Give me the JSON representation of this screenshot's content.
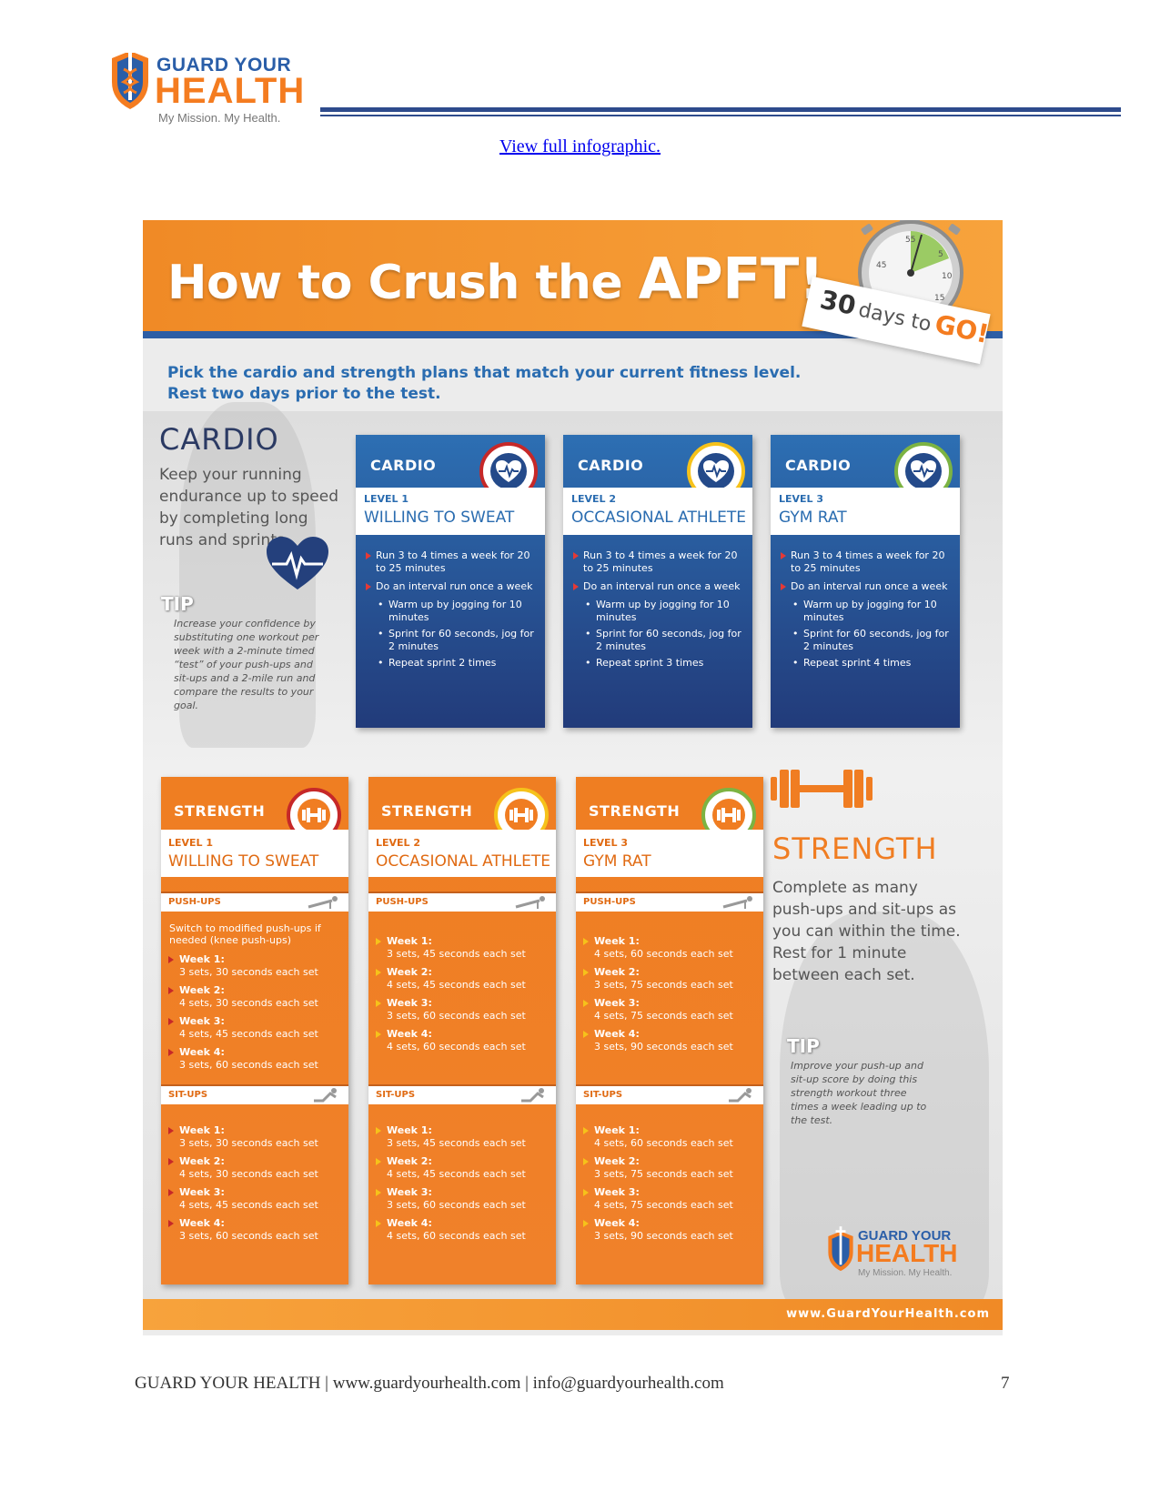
{
  "header": {
    "logo_line1": "GUARD YOUR",
    "logo_line2": "HEALTH",
    "logo_tagline": "My Mission. My Health.",
    "link_text": "View full infographic."
  },
  "infographic": {
    "title_prefix": "How to Crush the ",
    "title_highlight": "APFT!",
    "badge_number": "30",
    "badge_middle": "days to",
    "badge_end": "GO!",
    "intro_line1": "Pick the cardio and strength plans that match your current fitness level.",
    "intro_line2": "Rest two days prior to the test.",
    "cardio": {
      "heading": "CARDIO",
      "description": "Keep your running endurance up to speed by completing long runs and sprints.",
      "tip_heading": "TIP",
      "tip_text": "Increase your confidence by substituting one workout per week with a 2-minute timed “test” of your push-ups and sit-ups and a 2-mile run and compare the results to your goal.",
      "cards": [
        {
          "label": "CARDIO",
          "level": "LEVEL 1",
          "name": "WILLING TO SWEAT",
          "ring_color": "#c62828",
          "bullet1": "Run 3 to 4 times a week for 20 to 25 minutes",
          "bullet2": "Do an interval run once a week",
          "sub1": "Warm up by jogging for 10 minutes",
          "sub2": "Sprint for 60 seconds, jog for 2 minutes",
          "sub3": "Repeat sprint 2 times"
        },
        {
          "label": "CARDIO",
          "level": "LEVEL 2",
          "name": "OCCASIONAL ATHLETE",
          "ring_color": "#f6c21a",
          "bullet1": "Run 3 to 4 times a week for 20 to 25 minutes",
          "bullet2": "Do an interval run once a week",
          "sub1": "Warm up by jogging for 10 minutes",
          "sub2": "Sprint for 60 seconds, jog for 2 minutes",
          "sub3": "Repeat sprint 3 times"
        },
        {
          "label": "CARDIO",
          "level": "LEVEL 3",
          "name": "GYM RAT",
          "ring_color": "#7cb342",
          "bullet1": "Run 3 to 4 times a week for 20 to 25 minutes",
          "bullet2": "Do an interval run once a week",
          "sub1": "Warm up by jogging for 10 minutes",
          "sub2": "Sprint for 60 seconds, jog for 2 minutes",
          "sub3": "Repeat sprint 4 times"
        }
      ]
    },
    "strength": {
      "heading": "STRENGTH",
      "description": "Complete as many push-ups and sit-ups as you can within the time. Rest for 1 minute between each set.",
      "tip_heading": "TIP",
      "tip_text": "Improve your push-up and sit-up score by doing this strength workout three times a week leading up to the test.",
      "pushups_label": "PUSH-UPS",
      "situps_label": "SIT-UPS",
      "cards": [
        {
          "label": "STRENGTH",
          "level": "LEVEL 1",
          "name": "WILLING TO SWEAT",
          "ring_color": "#c62828",
          "note": "Switch to modified push-ups if needed (knee push-ups)",
          "pushups": [
            {
              "week": "Week 1:",
              "detail": "3 sets, 30 seconds each set"
            },
            {
              "week": "Week 2:",
              "detail": "4 sets, 30 seconds each set"
            },
            {
              "week": "Week 3:",
              "detail": "4 sets, 45 seconds each set"
            },
            {
              "week": "Week 4:",
              "detail": "3 sets, 60 seconds each set"
            }
          ],
          "situps": [
            {
              "week": "Week 1:",
              "detail": "3 sets, 30 seconds each set"
            },
            {
              "week": "Week 2:",
              "detail": "4 sets, 30 seconds each set"
            },
            {
              "week": "Week 3:",
              "detail": "4 sets, 45 seconds each set"
            },
            {
              "week": "Week 4:",
              "detail": "3 sets, 60 seconds each set"
            }
          ]
        },
        {
          "label": "STRENGTH",
          "level": "LEVEL 2",
          "name": "OCCASIONAL ATHLETE",
          "ring_color": "#f6c21a",
          "pushups": [
            {
              "week": "Week 1:",
              "detail": "3 sets, 45 seconds each set"
            },
            {
              "week": "Week 2:",
              "detail": "4 sets, 45 seconds each set"
            },
            {
              "week": "Week 3:",
              "detail": "3 sets, 60 seconds each set"
            },
            {
              "week": "Week 4:",
              "detail": "4 sets, 60 seconds each set"
            }
          ],
          "situps": [
            {
              "week": "Week 1:",
              "detail": "3 sets, 45 seconds each set"
            },
            {
              "week": "Week 2:",
              "detail": "4 sets, 45 seconds each set"
            },
            {
              "week": "Week 3:",
              "detail": "3 sets, 60 seconds each set"
            },
            {
              "week": "Week 4:",
              "detail": "4 sets, 60 seconds each set"
            }
          ]
        },
        {
          "label": "STRENGTH",
          "level": "LEVEL 3",
          "name": "GYM RAT",
          "ring_color": "#7cb342",
          "pushups": [
            {
              "week": "Week 1:",
              "detail": "4 sets, 60 seconds each set"
            },
            {
              "week": "Week 2:",
              "detail": "3 sets, 75 seconds each set"
            },
            {
              "week": "Week 3:",
              "detail": "4 sets, 75 seconds each set"
            },
            {
              "week": "Week 4:",
              "detail": "3 sets, 90 seconds each set"
            }
          ],
          "situps": [
            {
              "week": "Week 1:",
              "detail": "4 sets, 60 seconds each set"
            },
            {
              "week": "Week 2:",
              "detail": "3 sets, 75 seconds each set"
            },
            {
              "week": "Week 3:",
              "detail": "4 sets, 75 seconds each set"
            },
            {
              "week": "Week 4:",
              "detail": "3 sets, 90 seconds each set"
            }
          ]
        }
      ]
    },
    "stopwatch_numbers": [
      "55",
      "5",
      "10",
      "15",
      "45"
    ],
    "footer_url": "www.GuardYourHealth.com"
  },
  "page_footer": {
    "text": "GUARD YOUR HEALTH | www.guardyourhealth.com | info@guardyourhealth.com",
    "page_number": "7"
  },
  "colors": {
    "orange": "#f07d22",
    "blue": "#2a6cb0",
    "navy": "#2b3a63"
  }
}
